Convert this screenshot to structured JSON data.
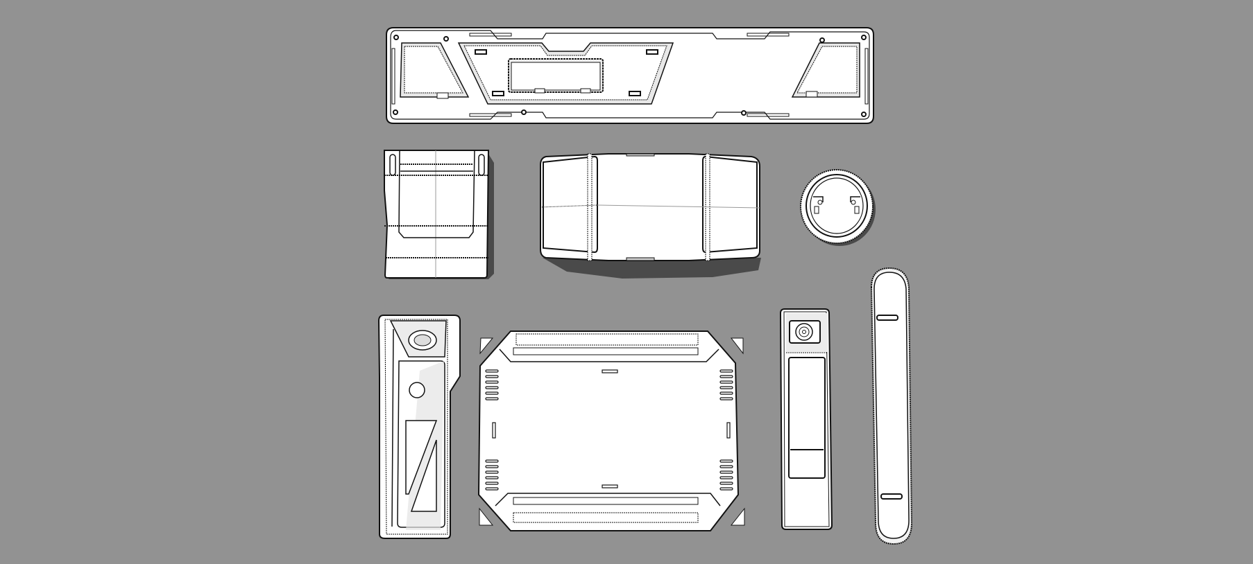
{
  "scene": {
    "description": "Orthographic render of sci-fi hard-surface panel kit parts on grey background",
    "background_color": "#929292",
    "part_fill": "#ffffff",
    "line_color": "#111111",
    "shadow_color": "#4a4a4a"
  },
  "parts": [
    {
      "id": "long-frame-panel",
      "label": "Long frame panel with three recessed windows"
    },
    {
      "id": "folded-box",
      "label": "Folded box panel with two slots"
    },
    {
      "id": "wide-curved-panel",
      "label": "Wide curved panel with two windows"
    },
    {
      "id": "round-hatch",
      "label": "Round hatch with toothed rim"
    },
    {
      "id": "tapered-console",
      "label": "Tapered console panel with dial"
    },
    {
      "id": "large-vent-panel",
      "label": "Large octagonal panel with vents"
    },
    {
      "id": "handle-panel",
      "label": "Narrow handle panel with knob"
    },
    {
      "id": "pill-strip",
      "label": "Rounded pill strip with two slots"
    }
  ]
}
